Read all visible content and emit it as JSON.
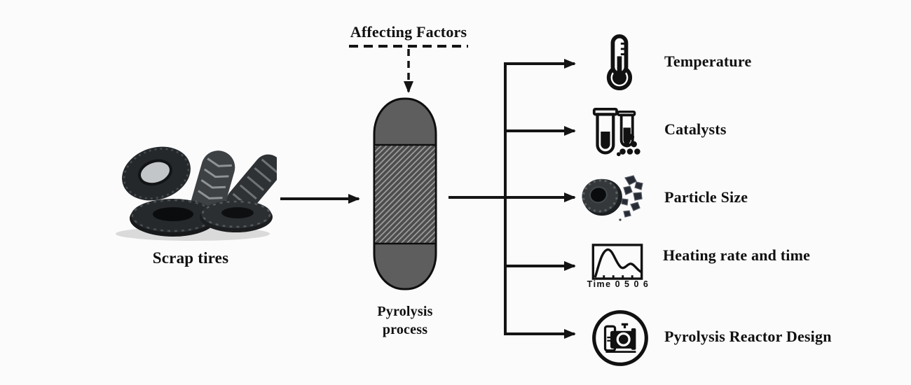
{
  "title": "Affecting Factors",
  "source": {
    "label": "Scrap tires"
  },
  "process": {
    "label_line1": "Pyrolysis",
    "label_line2": "process"
  },
  "factors": [
    {
      "label": "Temperature",
      "icon": "thermometer-icon"
    },
    {
      "label": "Catalysts",
      "icon": "test-tube-particles-icon"
    },
    {
      "label": "Particle Size",
      "icon": "tire-shreds-icon"
    },
    {
      "label": "Heating rate and time",
      "icon": "heating-curve-chart-icon",
      "chart_axis_text": "Time 0 5 0 6"
    },
    {
      "label": "Pyrolysis Reactor Design",
      "icon": "reactor-machine-icon"
    }
  ],
  "colors": {
    "line": "#141414",
    "text": "#101010",
    "background": "#fbfbfb",
    "reactor_fill": "#5e5e5e",
    "reactor_hatch_bg": "#4d4d4d",
    "reactor_hatch_line": "#9c9c9c"
  }
}
